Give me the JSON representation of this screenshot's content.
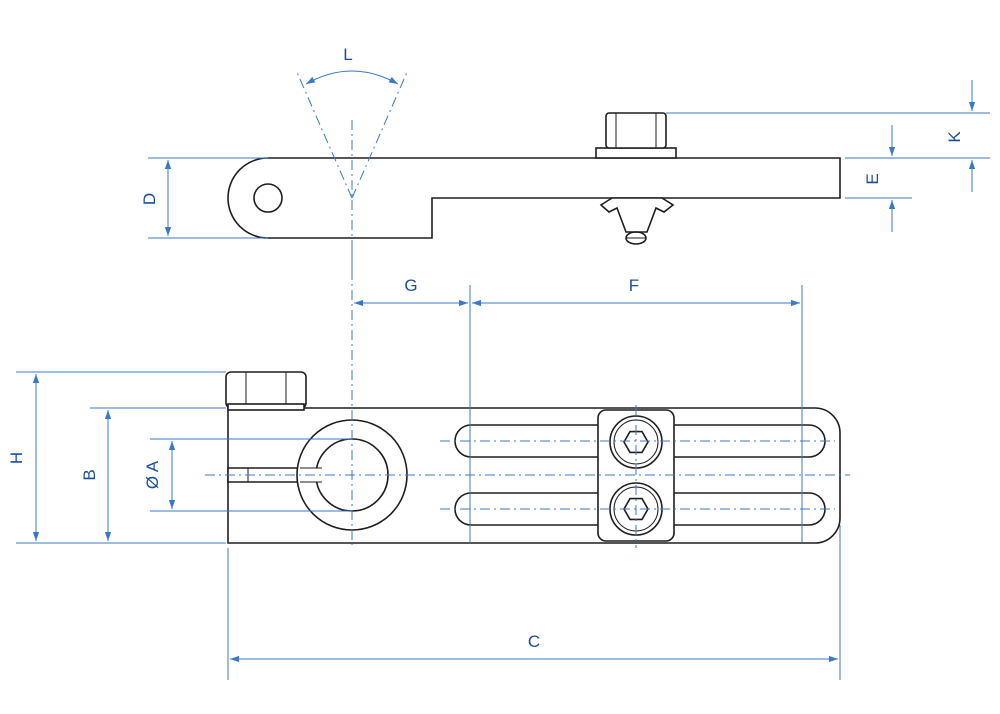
{
  "dimensions": {
    "L": "L",
    "D": "D",
    "E": "E",
    "K": "K",
    "G": "G",
    "F": "F",
    "H": "H",
    "B": "B",
    "A": "Ø A",
    "C": "C"
  }
}
